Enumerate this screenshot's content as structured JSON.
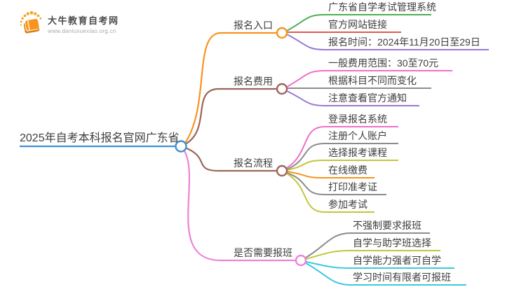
{
  "logo": {
    "site_name": "大牛教育自考网",
    "site_url": "www.daniuxuexiao.org.cn",
    "icon_color": "#f7941d"
  },
  "root": {
    "label": "2025年自考本科报名官网广东省",
    "color": "#3f8fd2"
  },
  "branches": [
    {
      "label": "报名入口",
      "color": "#f7941d",
      "children": [
        {
          "label": "广东省自学考试管理系统",
          "color": "#4eae52"
        },
        {
          "label": "官方网站链接",
          "color": "#e05a50"
        },
        {
          "label": "报名时间：2024年11月20日至29日",
          "color": "#9879d2"
        }
      ]
    },
    {
      "label": "报名费用",
      "color": "#9b655c",
      "children": [
        {
          "label": "一般费用范围：30至70元",
          "color": "#ef6fc9"
        },
        {
          "label": "根据科目不同而变化",
          "color": "#8c8c8c"
        },
        {
          "label": "注意查看官方通知",
          "color": "#9879d2"
        }
      ]
    },
    {
      "label": "报名流程",
      "color": "#9b655c",
      "children": [
        {
          "label": "登录报名系统",
          "color": "#ef6fc9"
        },
        {
          "label": "注册个人账户",
          "color": "#8c8c8c"
        },
        {
          "label": "选择报考课程",
          "color": "#c3c63c"
        },
        {
          "label": "在线缴费",
          "color": "#f7941d"
        },
        {
          "label": "打印准考证",
          "color": "#8c8c8c"
        },
        {
          "label": "参加考试",
          "color": "#c3c63c"
        }
      ]
    },
    {
      "label": "是否需要报班",
      "color": "#ee82d8",
      "children": [
        {
          "label": "不强制要求报班",
          "color": "#8c8c8c"
        },
        {
          "label": "自学与助学班选择",
          "color": "#c3c63c"
        },
        {
          "label": "自学能力强者可自学",
          "color": "#3cc9de"
        },
        {
          "label": "学习时间有限者可报班",
          "color": "#3cc9de"
        }
      ]
    }
  ]
}
